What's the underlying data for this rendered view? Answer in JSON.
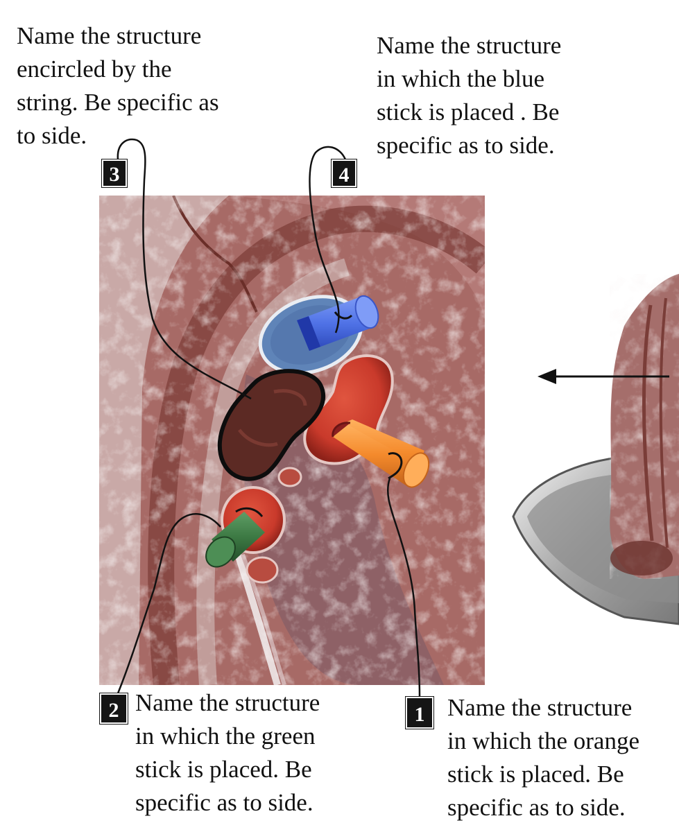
{
  "questions": [
    {
      "number": "3",
      "text": "Name the structure\nencircled by the\nstring. Be specific as\nto side."
    },
    {
      "number": "4",
      "text": "Name the structure\nin which the blue\nstick is placed . Be\nspecific as to side."
    },
    {
      "number": "2",
      "text": "Name the structure\nin which the green\nstick is placed. Be\nspecific as to side."
    },
    {
      "number": "1",
      "text": "Name the structure\nin which the orange\nstick is placed. Be\nspecific as to side."
    }
  ],
  "colors": {
    "tissue": "#a76a66",
    "tissue_dark": "#7e3f3a",
    "tissue_light": "#d8c3c1",
    "blue_stick": "#4f72e6",
    "green_stick": "#3d7a44",
    "orange_stick": "#f48a2c",
    "vessel_red": "#cc3b2c",
    "bronchus": "#5c2a24",
    "tray": "#b8b8b8"
  },
  "icons": [
    "left-arrow-icon"
  ]
}
